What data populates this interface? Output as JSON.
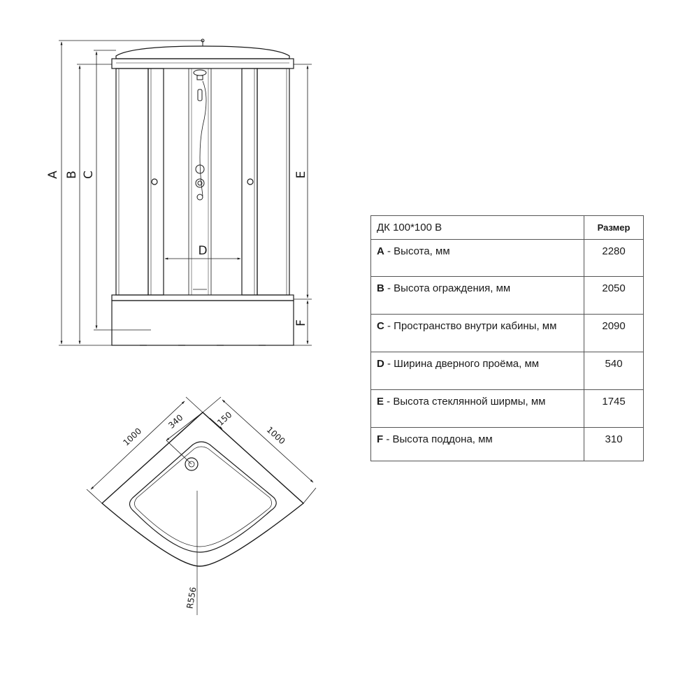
{
  "front_view": {
    "dim_labels": {
      "a": "A",
      "b": "B",
      "c": "C",
      "d": "D",
      "e": "E",
      "f": "F"
    }
  },
  "top_view": {
    "dim_labels": {
      "width_left": "1000",
      "width_right": "1000",
      "offset_340": "340",
      "offset_150": "150",
      "radius": "R556"
    }
  },
  "spec_table": {
    "header": {
      "model": "ДК 100*100 В",
      "size_col": "Размер"
    },
    "rows": [
      {
        "letter": "A",
        "label": " - Высота, мм",
        "value": "2280"
      },
      {
        "letter": "B",
        "label": " - Высота ограждения, мм",
        "value": "2050"
      },
      {
        "letter": "C",
        "label": " - Пространство внутри кабины, мм",
        "value": "2090"
      },
      {
        "letter": "D",
        "label": " - Ширина дверного проёма, мм",
        "value": "540"
      },
      {
        "letter": "E",
        "label": " - Высота стеклянной ширмы, мм",
        "value": "1745"
      },
      {
        "letter": "F",
        "label": " - Высота поддона, мм",
        "value": "310"
      }
    ]
  },
  "colors": {
    "line": "#1a1a1a",
    "thin_line": "#555555"
  }
}
